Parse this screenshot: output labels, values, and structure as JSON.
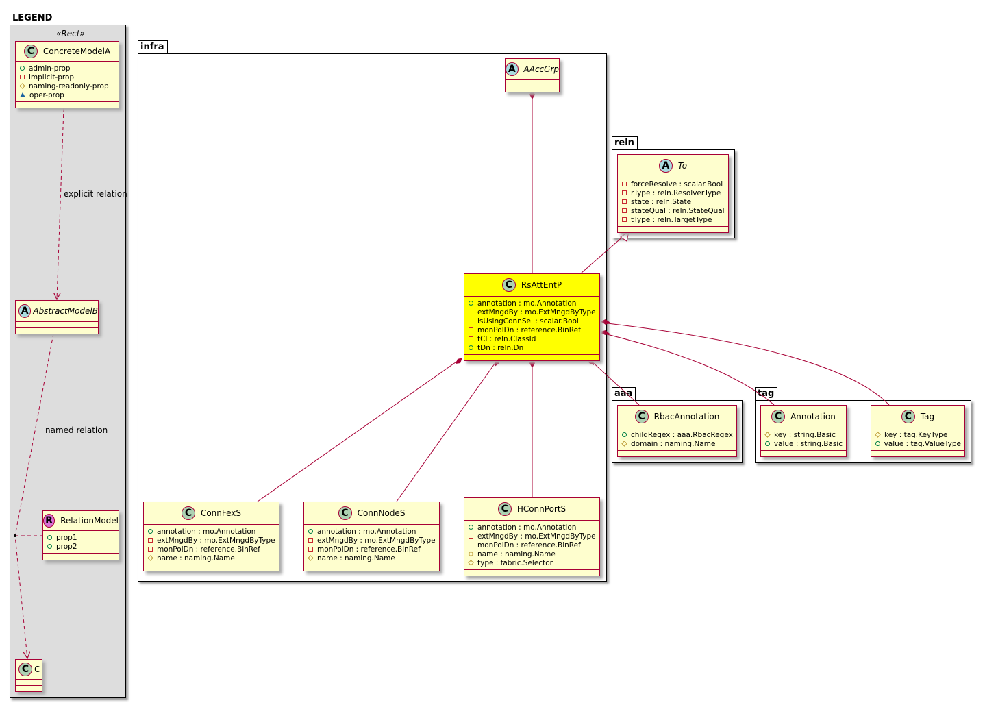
{
  "packages": {
    "legend": {
      "name": "LEGEND",
      "stereotype": "«Rect»"
    },
    "infra": {
      "name": "infra"
    },
    "reln": {
      "name": "reln"
    },
    "aaa": {
      "name": "aaa"
    },
    "tag": {
      "name": "tag"
    }
  },
  "colors": {
    "border": "#A80036",
    "fill": "#FEFECE",
    "highlight": "#FFFF00",
    "legend_bg": "#DDDDDD",
    "class_icon": "#ADD1B2",
    "abstract_icon": "#A9DCDF",
    "relation_icon": "#D96FD6"
  },
  "relation_labels": {
    "explicit": "explicit relation",
    "named": "named relation"
  },
  "classes": [
    {
      "id": "ConcreteModelA",
      "name": "ConcreteModelA",
      "kind": "C",
      "members": [
        {
          "vis": "pub",
          "text": "admin-prop"
        },
        {
          "vis": "priv",
          "text": "implicit-prop"
        },
        {
          "vis": "prot",
          "text": "naming-readonly-prop"
        },
        {
          "vis": "pkgv",
          "text": "oper-prop"
        }
      ]
    },
    {
      "id": "AbstractModelB",
      "name": "AbstractModelB",
      "kind": "A",
      "members": []
    },
    {
      "id": "RelationModel",
      "name": "RelationModel",
      "kind": "R",
      "members": [
        {
          "vis": "pub",
          "text": "prop1"
        },
        {
          "vis": "pub",
          "text": "prop2"
        }
      ]
    },
    {
      "id": "C",
      "name": "C",
      "kind": "C",
      "members": []
    },
    {
      "id": "AAccGrp",
      "name": "AAccGrp",
      "kind": "A",
      "members": []
    },
    {
      "id": "RsAttEntP",
      "name": "RsAttEntP",
      "kind": "C",
      "highlight": true,
      "members": [
        {
          "vis": "pub",
          "text": "annotation : mo.Annotation"
        },
        {
          "vis": "priv",
          "text": "extMngdBy : mo.ExtMngdByType"
        },
        {
          "vis": "priv",
          "text": "isUsingConnSel : scalar.Bool"
        },
        {
          "vis": "priv",
          "text": "monPolDn : reference.BinRef"
        },
        {
          "vis": "priv",
          "text": "tCl : reln.ClassId"
        },
        {
          "vis": "pub",
          "text": "tDn : reln.Dn"
        }
      ]
    },
    {
      "id": "ConnFexS",
      "name": "ConnFexS",
      "kind": "C",
      "members": [
        {
          "vis": "pub",
          "text": "annotation : mo.Annotation"
        },
        {
          "vis": "priv",
          "text": "extMngdBy : mo.ExtMngdByType"
        },
        {
          "vis": "priv",
          "text": "monPolDn : reference.BinRef"
        },
        {
          "vis": "prot",
          "text": "name : naming.Name"
        }
      ]
    },
    {
      "id": "ConnNodeS",
      "name": "ConnNodeS",
      "kind": "C",
      "members": [
        {
          "vis": "pub",
          "text": "annotation : mo.Annotation"
        },
        {
          "vis": "priv",
          "text": "extMngdBy : mo.ExtMngdByType"
        },
        {
          "vis": "priv",
          "text": "monPolDn : reference.BinRef"
        },
        {
          "vis": "prot",
          "text": "name : naming.Name"
        }
      ]
    },
    {
      "id": "HConnPortS",
      "name": "HConnPortS",
      "kind": "C",
      "members": [
        {
          "vis": "pub",
          "text": "annotation : mo.Annotation"
        },
        {
          "vis": "priv",
          "text": "extMngdBy : mo.ExtMngdByType"
        },
        {
          "vis": "priv",
          "text": "monPolDn : reference.BinRef"
        },
        {
          "vis": "prot",
          "text": "name : naming.Name"
        },
        {
          "vis": "prot",
          "text": "type : fabric.Selector"
        }
      ]
    },
    {
      "id": "To",
      "name": "To",
      "kind": "A",
      "members": [
        {
          "vis": "priv",
          "text": "forceResolve : scalar.Bool"
        },
        {
          "vis": "priv",
          "text": "rType : reln.ResolverType"
        },
        {
          "vis": "priv",
          "text": "state : reln.State"
        },
        {
          "vis": "priv",
          "text": "stateQual : reln.StateQual"
        },
        {
          "vis": "priv",
          "text": "tType : reln.TargetType"
        }
      ]
    },
    {
      "id": "RbacAnnotation",
      "name": "RbacAnnotation",
      "kind": "C",
      "members": [
        {
          "vis": "pub",
          "text": "childRegex : aaa.RbacRegex"
        },
        {
          "vis": "prot",
          "text": "domain : naming.Name"
        }
      ]
    },
    {
      "id": "Annotation",
      "name": "Annotation",
      "kind": "C",
      "members": [
        {
          "vis": "prot",
          "text": "key : string.Basic"
        },
        {
          "vis": "pub",
          "text": "value : string.Basic"
        }
      ]
    },
    {
      "id": "Tag",
      "name": "Tag",
      "kind": "C",
      "members": [
        {
          "vis": "prot",
          "text": "key : tag.KeyType"
        },
        {
          "vis": "pub",
          "text": "value : tag.ValueType"
        }
      ]
    }
  ]
}
